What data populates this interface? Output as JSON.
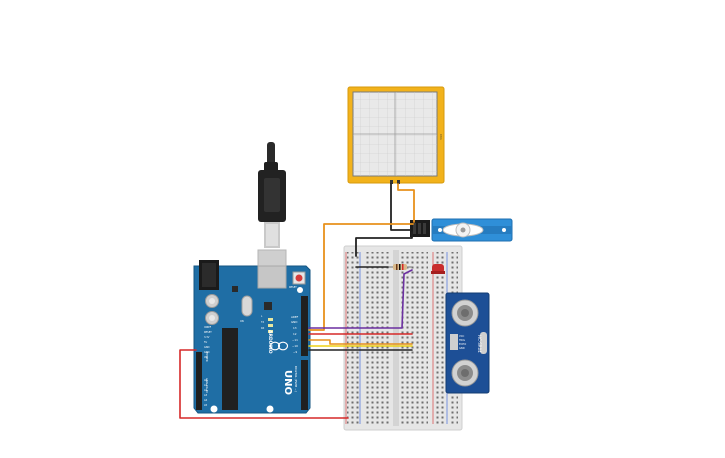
{
  "arduino": {
    "brand": "ARDUINO",
    "model": "UNO",
    "reset_label": "RESET",
    "aref_label": "AREF",
    "gnd_label": "GND",
    "pin_labels": [
      "13",
      "12",
      "~11",
      "~10",
      "~9"
    ],
    "digital_label": "DIGITAL (PWM ~)",
    "power_label": "POWER",
    "analog_label": "ANALOG IN",
    "power_pins": [
      "IOREF",
      "RESET",
      "3.3V",
      "5V",
      "GND",
      "GND",
      "Vin"
    ],
    "analog_pins": [
      "A0",
      "A1",
      "A2",
      "A3",
      "A4",
      "A5"
    ],
    "tx_label": "TX",
    "rx_label": "RX",
    "l_label": "L",
    "on_label": "ON"
  },
  "sensor": {
    "model": "HC-SR04",
    "pins": [
      "VCC",
      "TRIG",
      "ECHO",
      "GND"
    ]
  },
  "oscilloscope": {
    "label": "Ch1"
  },
  "colors": {
    "board": "#1f6ea5",
    "wire_red": "#d62828",
    "wire_orange": "#e8911c",
    "wire_yellow": "#efd217",
    "wire_purple": "#6b2fa0",
    "wire_black": "#222222",
    "scope_frame": "#f2b21b",
    "servo": "#2f8fd8",
    "sensor": "#1d4f96",
    "led": "#c92c2c"
  }
}
